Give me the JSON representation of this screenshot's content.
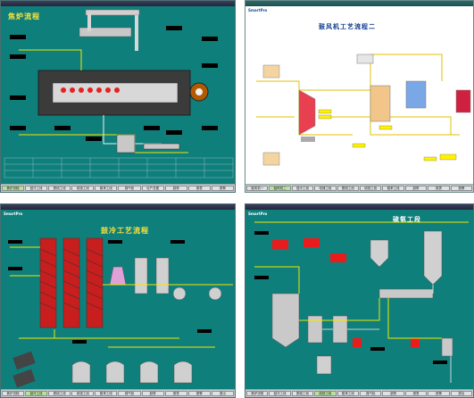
{
  "panels": {
    "coke_oven": {
      "title_bar": "",
      "heading": "焦炉流程",
      "buttons": [
        "焦炉流程",
        "鼓冷工段",
        "脱硫工段",
        "硫铵工段",
        "粗苯工段",
        "煤气柜",
        "化产总图",
        "趋势",
        "报表",
        "报警"
      ],
      "active_button": 0,
      "values": [
        "",
        "",
        "",
        "",
        "",
        "",
        "",
        "",
        "",
        "",
        "",
        ""
      ]
    },
    "blower": {
      "logo": "SmartPro",
      "heading": "鼓风机工艺流程二",
      "buttons": [
        "鼓风机一",
        "鼓风机二",
        "鼓冷工段",
        "电捕工段",
        "脱硫工段",
        "硫铵工段",
        "粗苯工段",
        "趋势",
        "报表",
        "报警"
      ],
      "active_button": 1,
      "values": [
        "",
        "",
        "",
        "",
        "",
        ""
      ]
    },
    "cooling": {
      "logo": "SmartPro",
      "heading": "鼓冷工艺流程",
      "buttons": [
        "焦炉流程",
        "鼓冷工段",
        "脱硫工段",
        "硫铵工段",
        "粗苯工段",
        "煤气柜",
        "趋势",
        "报表",
        "报警",
        "退出"
      ],
      "active_button": 1,
      "values": [
        "",
        "",
        "",
        "",
        "",
        ""
      ]
    },
    "sulfur": {
      "logo": "SmartPro",
      "heading": "硫氨工段",
      "buttons": [
        "焦炉流程",
        "鼓冷工段",
        "脱硫工段",
        "硫铵工段",
        "粗苯工段",
        "煤气柜",
        "趋势",
        "报表",
        "报警",
        "退出"
      ],
      "active_button": 3,
      "values": [
        "",
        "",
        "",
        ""
      ]
    }
  },
  "colors": {
    "panel_bg": "#0f7f7c",
    "heading": "#ffe23a",
    "value_text": "#3cff3c",
    "pipe_yellow": "#f2e600",
    "pipe_white": "#f0f0f0"
  }
}
